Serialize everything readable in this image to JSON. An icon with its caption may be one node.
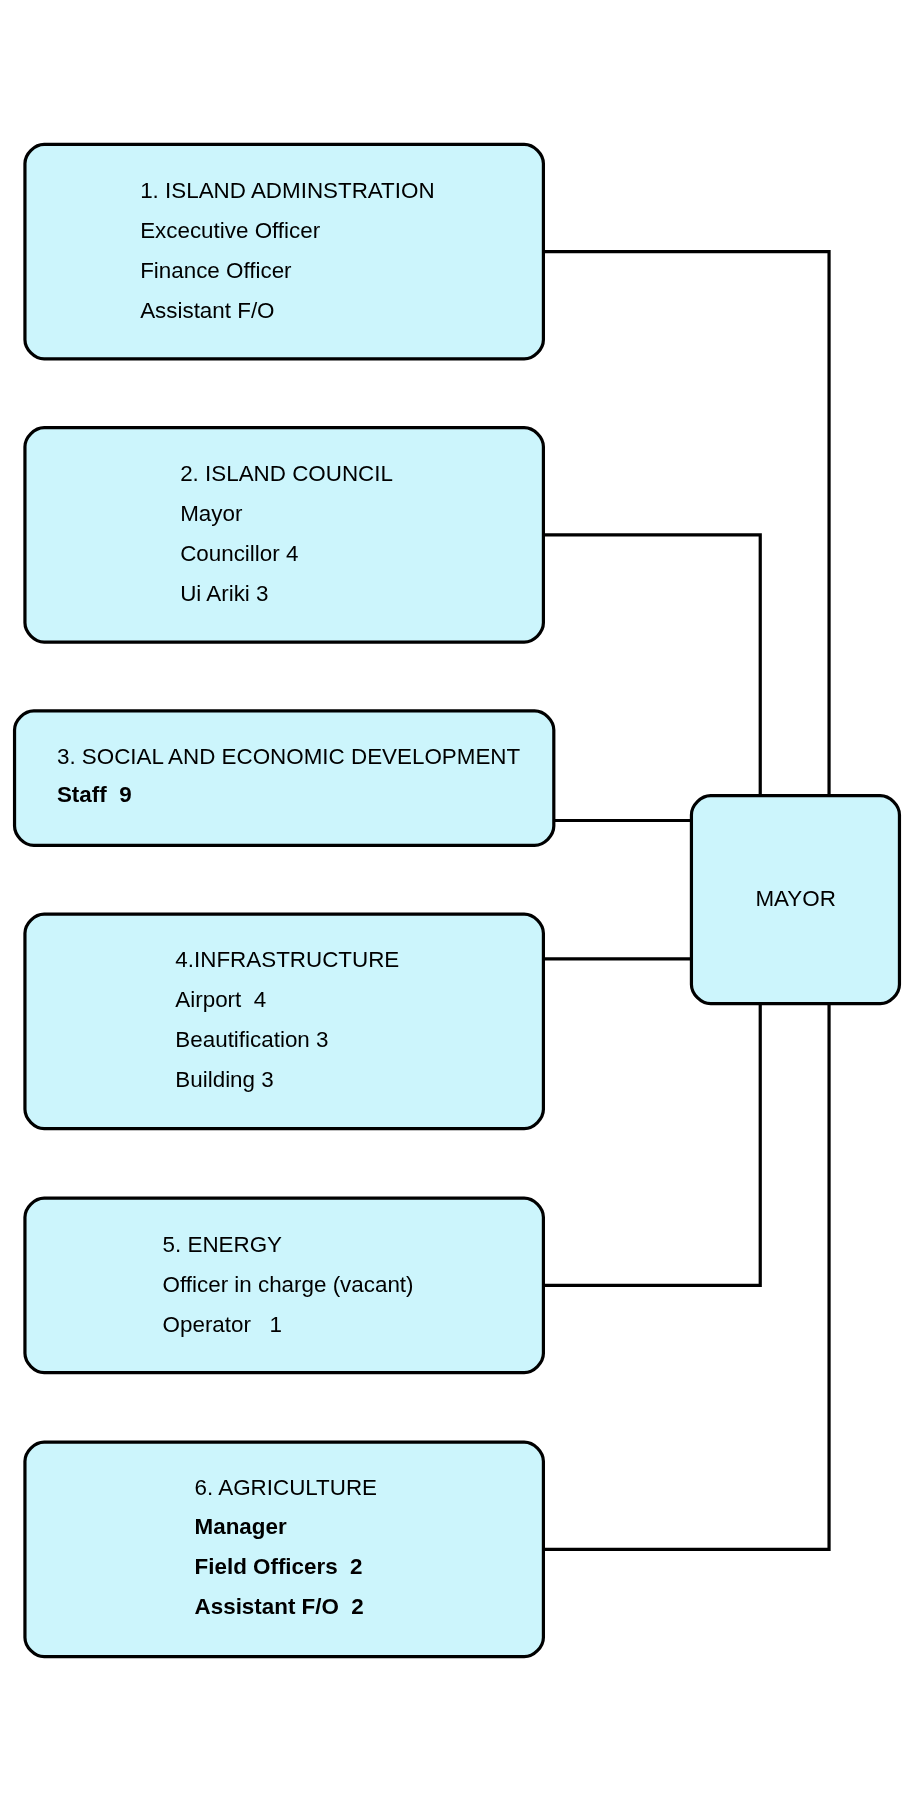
{
  "diagram": {
    "nodes": [
      {
        "text": [
          "1. ISLAND ADMINSTRATION",
          "Excecutive Officer",
          "Finance Officer",
          "Assistant F/O"
        ]
      },
      {
        "text": [
          "2. ISLAND COUNCIL",
          "Mayor",
          "Councillor 4",
          "Ui Ariki 3"
        ]
      },
      {
        "text": [
          "3. SOCIAL AND ECONOMIC DEVELOPMENT",
          "Staff  9"
        ]
      },
      {
        "text": [
          "4.INFRASTRUCTURE",
          "Airport  4",
          "Beautification 3",
          "Building 3"
        ]
      },
      {
        "text": [
          "5. ENERGY",
          "Officer in charge (vacant)",
          "Operator   1"
        ]
      },
      {
        "text": [
          "6. AGRICULTURE",
          "Manager",
          "Field Officers  2",
          "Assistant F/O  2"
        ]
      },
      {
        "text": [
          "MAYOR"
        ]
      }
    ],
    "edges": [
      {
        "from": 6,
        "to": 0,
        "arrow": "none"
      },
      {
        "from": 6,
        "to": 1,
        "arrow": "none"
      },
      {
        "from": 6,
        "to": 2,
        "arrow": "none"
      },
      {
        "from": 6,
        "to": 3,
        "arrow": "none"
      },
      {
        "from": 6,
        "to": 4,
        "arrow": "none"
      },
      {
        "from": 6,
        "to": 5,
        "arrow": "none"
      }
    ]
  }
}
